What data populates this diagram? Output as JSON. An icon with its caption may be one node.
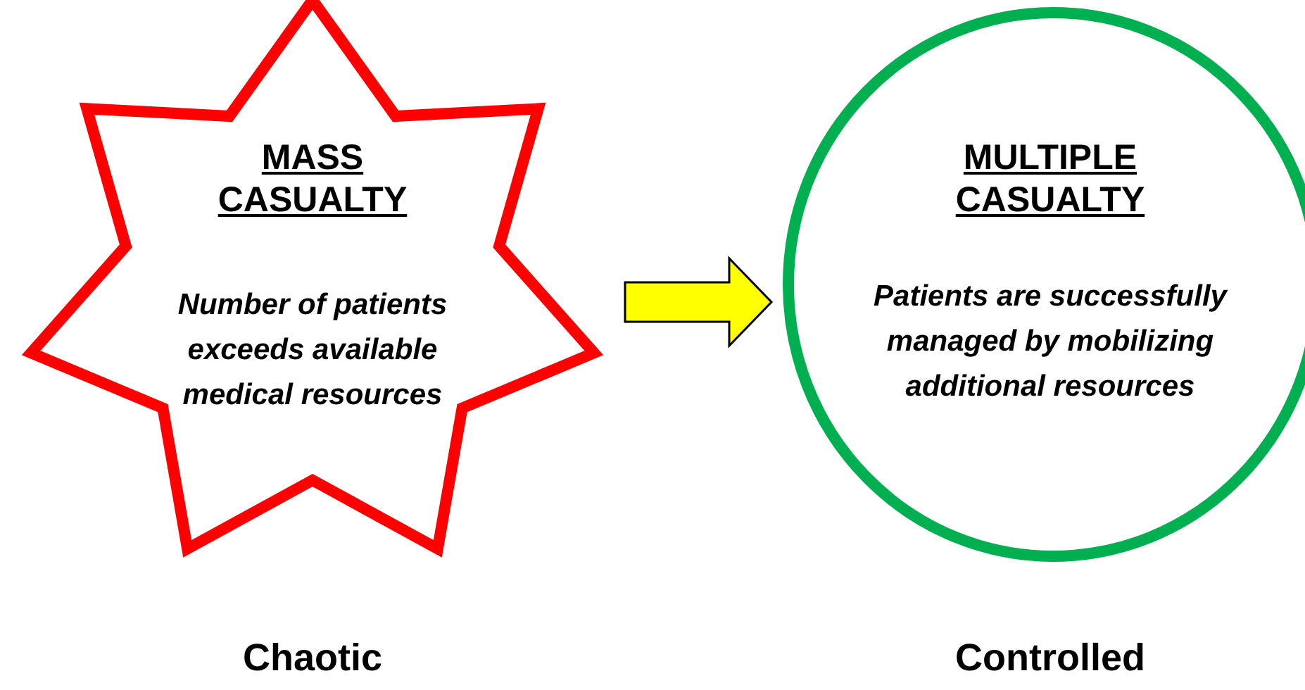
{
  "diagram": {
    "nodes": [
      {
        "text": [
          "MASS CASUALTY",
          "Number of patients exceeds available medical resources"
        ],
        "beside": [
          "Chaotic"
        ]
      },
      {
        "text": [
          "MULTIPLE CASUALTY",
          "Patients are successfully managed by mobilizing additional resources"
        ],
        "beside": [
          "Controlled"
        ]
      }
    ],
    "edges": [
      {
        "from": 0,
        "to": 1,
        "arrow": "to",
        "color": "#ffff00"
      }
    ]
  }
}
